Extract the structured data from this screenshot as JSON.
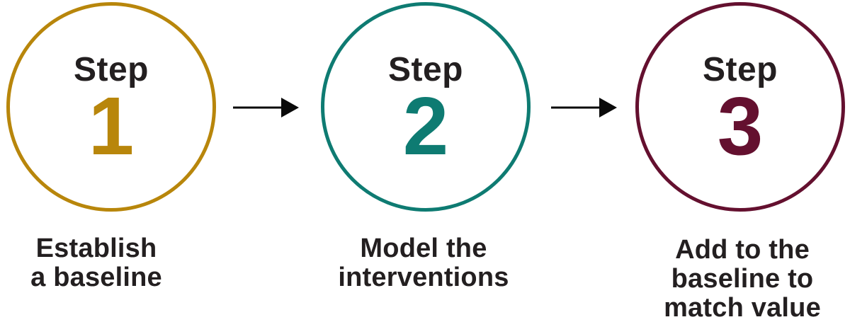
{
  "diagram": {
    "kind": "three-step-process-flow",
    "text_color": "#231F20",
    "arrow_color": "#0A0A0A",
    "background_color": "#FFFFFF",
    "steps": [
      {
        "label": "Step",
        "number": "1",
        "color": "#B8860B",
        "caption_lines": [
          "Establish",
          "a baseline"
        ]
      },
      {
        "label": "Step",
        "number": "2",
        "color": "#0E7B72",
        "caption_lines": [
          "Model the",
          "interventions"
        ]
      },
      {
        "label": "Step",
        "number": "3",
        "color": "#64102F",
        "caption_lines": [
          "Add to the",
          "baseline to",
          "match value"
        ]
      }
    ]
  }
}
